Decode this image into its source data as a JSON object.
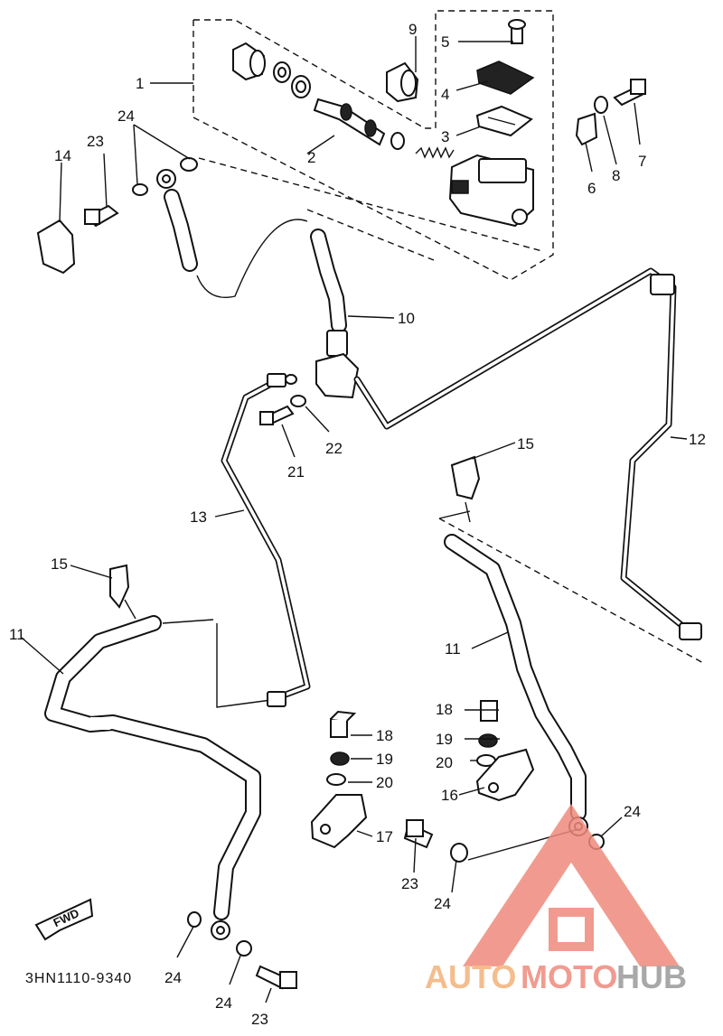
{
  "diagram": {
    "part_code": "3HN1110-9340",
    "fwd_label": "FWD",
    "callouts": {
      "c1": "1",
      "c2": "2",
      "c3": "3",
      "c4": "4",
      "c5": "5",
      "c6": "6",
      "c7": "7",
      "c8": "8",
      "c9": "9",
      "c10": "10",
      "c11a": "11",
      "c11b": "11",
      "c12": "12",
      "c13": "13",
      "c14": "14",
      "c15a": "15",
      "c15b": "15",
      "c16": "16",
      "c17": "17",
      "c18a": "18",
      "c18b": "18",
      "c19a": "19",
      "c19b": "19",
      "c20a": "20",
      "c20b": "20",
      "c21": "21",
      "c22": "22",
      "c23a": "23",
      "c23b": "23",
      "c23c": "23",
      "c24a": "24",
      "c24b": "24",
      "c24c": "24",
      "c24d": "24",
      "c24e": "24"
    }
  },
  "watermark": {
    "auto": "AUTO",
    "moto": "MOTO",
    "hub": "HUB",
    "color_red": "#ef8a7d",
    "color_orange": "#f3b27a",
    "color_gray": "#9a9a9a"
  }
}
